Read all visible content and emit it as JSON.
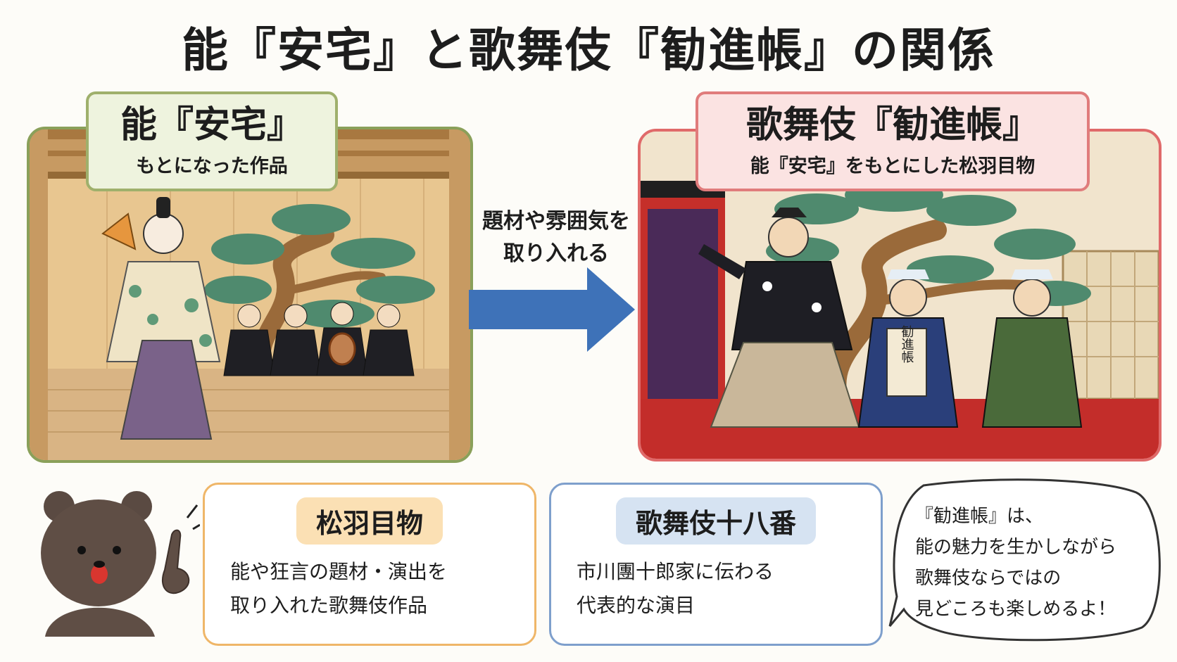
{
  "title": "能『安宅』と歌舞伎『勧進帳』の関係",
  "left": {
    "title": "能『安宅』",
    "subtitle": "もとになった作品"
  },
  "right": {
    "title": "歌舞伎『勧進帳』",
    "subtitle": "能『安宅』をもとにした松羽目物",
    "scroll_text": "勧進帳"
  },
  "arrow": {
    "line1": "題材や雰囲気を",
    "line2": "取り入れる"
  },
  "box1": {
    "title": "松羽目物",
    "line1": "能や狂言の題材・演出を",
    "line2": "取り入れた歌舞伎作品"
  },
  "box2": {
    "title": "歌舞伎十八番",
    "line1": "市川團十郎家に伝わる",
    "line2": "代表的な演目"
  },
  "speech": {
    "line1": "『勧進帳』は、",
    "line2": "能の魅力を生かしながら",
    "line3": "歌舞伎ならではの",
    "line4": "見どころも楽しめるよ！"
  },
  "colors": {
    "left_border": "#8aa05a",
    "right_border": "#e06a6a",
    "arrow": "#3e72b8",
    "orange_box": "#efb668",
    "blue_box": "#7e9fcc"
  }
}
